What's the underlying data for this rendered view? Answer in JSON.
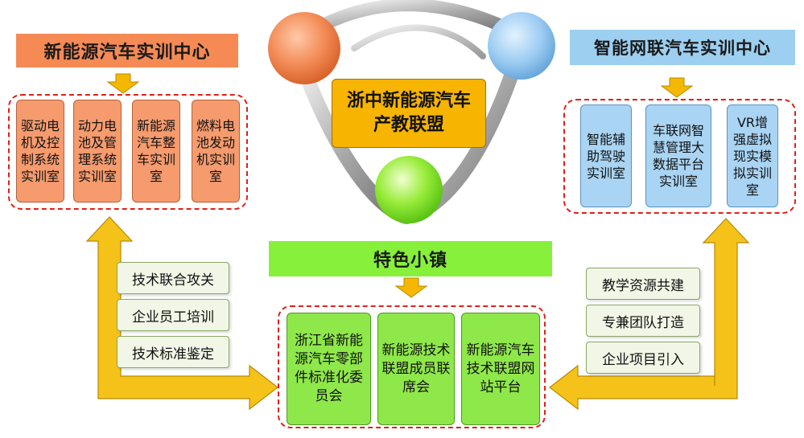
{
  "left_center": {
    "title": "新能源汽车实训中心",
    "labs": [
      "驱动电机及控制系统实训室",
      "动力电池及管理系统实训室",
      "新能源汽车整车实训室",
      "燃料电池发动机实训室"
    ]
  },
  "right_center": {
    "title": "智能网联汽车实训中心",
    "labs": [
      "智能辅助驾驶实训室",
      "车联网智慧管理大数据平台实训室",
      "VR增强虚拟现实模拟实训室"
    ]
  },
  "alliance": {
    "title": "浙中新能源汽车产教联盟"
  },
  "town": {
    "title": "特色小镇",
    "items": [
      "浙江省新能源汽车零部件标准化委员会",
      "新能源技术联盟成员联席会",
      "新能源汽车技术联盟网站平台"
    ]
  },
  "left_tags": [
    "技术联合攻关",
    "企业员工培训",
    "技术标准鉴定"
  ],
  "right_tags": [
    "教学资源共建",
    "专兼团队打造",
    "企业项目引入"
  ],
  "colors": {
    "orange": "#f59b6e",
    "blue": "#a9d4f3",
    "green": "#8fe84a",
    "arrow": "#f5b800",
    "dashed": "#e0201a"
  }
}
